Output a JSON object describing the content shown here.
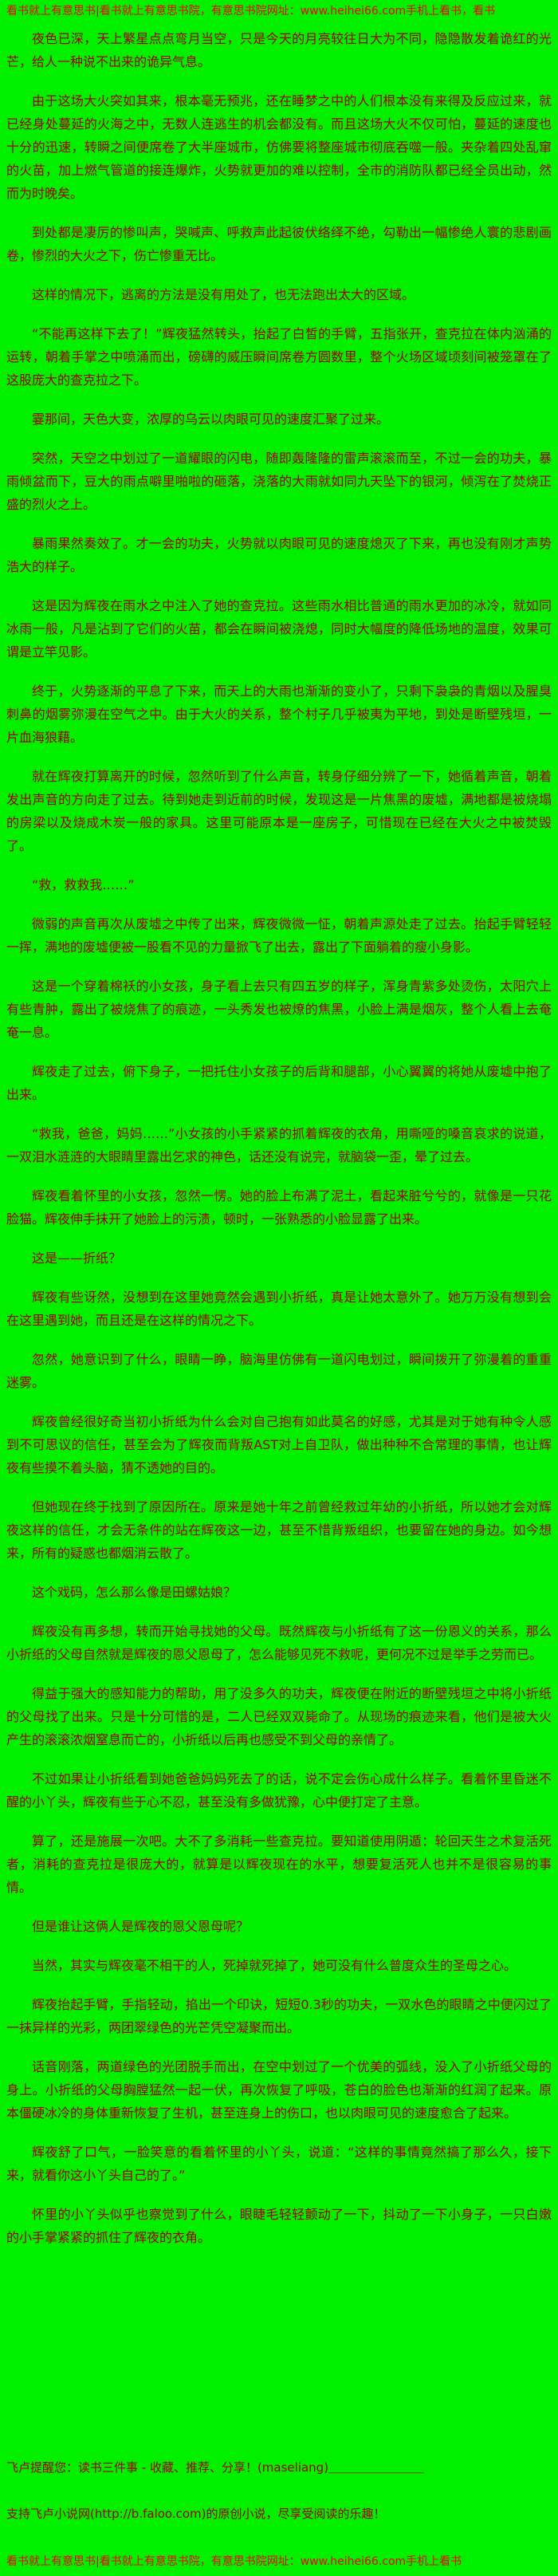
{
  "page": {
    "background_color": "#00f000",
    "body_text_color": "#a00000",
    "banner_text_color": "#f40000"
  },
  "header": {
    "text": "看书就上有意思书|看书就上有意思书院，有意思书院网址：www.heihei66.com手机上看书，看书"
  },
  "content": {
    "paragraphs": [
      "夜色已深，天上繁星点点弯月当空，只是今天的月亮较往日大为不同，隐隐散发着诡红的光芒，给人一种说不出来的诡异气息。",
      "由于这场大火突如其来，根本毫无预兆，还在睡梦之中的人们根本没有来得及反应过来，就已经身处蔓延的火海之中，无数人连逃生的机会都没有。而且这场大火不仅可怕，蔓延的速度也十分的迅速，转瞬之间便席卷了大半座城市，仿佛要将整座城市彻底吞噬一般。夹杂着四处乱窜的火苗，加上燃气管道的接连爆炸，火势就更加的难以控制，全市的消防队都已经全员出动，然而为时晚矣。",
      "到处都是凄厉的惨叫声，哭喊声、呼救声此起彼伏络绎不绝，勾勒出一幅惨绝人寰的悲剧画卷，惨烈的大火之下，伤亡惨重无比。",
      "这样的情况下，逃离的方法是没有用处了，也无法跑出太大的区域。",
      "“不能再这样下去了！”辉夜猛然转头，抬起了白皙的手臂，五指张开，查克拉在体内汹涌的运转，朝着手掌之中喷涌而出，磅礴的威压瞬间席卷方圆数里，整个火场区域顷刻间被笼罩在了这股庞大的查克拉之下。",
      "霎那间，天色大变，浓厚的乌云以肉眼可见的速度汇聚了过来。",
      "突然，天空之中划过了一道耀眼的闪电，随即轰隆隆的雷声滚滚而至，不过一会的功夫，暴雨倾盆而下，豆大的雨点噼里啪啦的砸落，浇落的大雨就如同九天坠下的银河，倾泻在了焚烧正盛的烈火之上。",
      "暴雨果然奏效了。才一会的功夫，火势就以肉眼可见的速度熄灭了下来，再也没有刚才声势浩大的样子。",
      "这是因为辉夜在雨水之中注入了她的查克拉。这些雨水相比普通的雨水更加的冰冷，就如同冰雨一般，凡是沾到了它们的火苗，都会在瞬间被浇熄，同时大幅度的降低场地的温度，效果可谓是立竿见影。",
      "终于，火势逐渐的平息了下来，而天上的大雨也渐渐的变小了，只剩下袅袅的青烟以及腥臭刺鼻的烟雾弥漫在空气之中。由于大火的关系，整个村子几乎被夷为平地，到处是断壁残垣，一片血海狼藉。",
      "就在辉夜打算离开的时候，忽然听到了什么声音，转身仔细分辨了一下，她循着声音，朝着发出声音的方向走了过去。待到她走到近前的时候，发现这是一片焦黑的废墟，满地都是被烧塌的房梁以及烧成木炭一般的家具。这里可能原本是一座房子，可惜现在已经在大火之中被焚毁了。",
      "“救，救救我……”",
      "微弱的声音再次从废墟之中传了出来，辉夜微微一怔，朝着声源处走了过去。抬起手臂轻轻一挥，满地的废墟便被一股看不见的力量掀飞了出去，露出了下面躺着的瘦小身影。",
      "这是一个穿着棉袄的小女孩，身子看上去只有四五岁的样子，浑身青紫多处烫伤，太阳穴上有些青肿，露出了被烧焦了的痕迹，一头秀发也被燎的焦黑，小脸上满是烟灰，整个人看上去奄奄一息。",
      "辉夜走了过去，俯下身子，一把托住小女孩子的后背和腿部，小心翼翼的将她从废墟中抱了出来。",
      "“救我，爸爸，妈妈……”小女孩的小手紧紧的抓着辉夜的衣角，用嘶哑的嗓音哀求的说道，一双泪水涟涟的大眼睛里露出乞求的神色，话还没有说完，就脑袋一歪，晕了过去。",
      "辉夜看着怀里的小女孩，忽然一愣。她的脸上布满了泥土，看起来脏兮兮的，就像是一只花脸猫。辉夜伸手抹开了她脸上的污渍，顿时，一张熟悉的小脸显露了出来。",
      "这是——折纸？",
      "辉夜有些讶然，没想到在这里她竟然会遇到小折纸，真是让她太意外了。她万万没有想到会在这里遇到她，而且还是在这样的情况之下。",
      "忽然，她意识到了什么，眼睛一睁，脑海里仿佛有一道闪电划过，瞬间拨开了弥漫着的重重迷雾。",
      "辉夜曾经很好奇当初小折纸为什么会对自己抱有如此莫名的好感，尤其是对于她有种令人感到不可思议的信任，甚至会为了辉夜而背叛AST对上自卫队，做出种种不合常理的事情，也让辉夜有些摸不着头脑，猜不透她的目的。",
      "但她现在终于找到了原因所在。原来是她十年之前曾经救过年幼的小折纸，所以她才会对辉夜这样的信任，才会无条件的站在辉夜这一边，甚至不惜背叛组织，也要留在她的身边。如今想来，所有的疑惑也都烟消云散了。",
      "这个戏码，怎么那么像是田螺姑娘？",
      "辉夜没有再多想，转而开始寻找她的父母。既然辉夜与小折纸有了这一份恩义的关系，那么小折纸的父母自然就是辉夜的恩父恩母了，怎么能够见死不救呢，更何况不过是举手之劳而已。",
      "得益于强大的感知能力的帮助，用了没多久的功夫，辉夜便在附近的断壁残垣之中将小折纸的父母找了出来。只是十分可惜的是，二人已经双双毙命了。从现场的痕迹来看，他们是被大火产生的滚滚浓烟窒息而亡的，小折纸以后再也感受不到父母的亲情了。",
      "不过如果让小折纸看到她爸爸妈妈死去了的话，说不定会伤心成什么样子。看着怀里昏迷不醒的小丫头，辉夜有些于心不忍，甚至没有多做犹豫，心中便打定了主意。",
      "算了，还是施展一次吧。大不了多消耗一些查克拉。要知道使用阴遁：轮回天生之术复活死者，消耗的查克拉是很庞大的，就算是以辉夜现在的水平，想要复活死人也并不是很容易的事情。",
      "但是谁让这俩人是辉夜的恩父恩母呢？",
      "当然，其实与辉夜毫不相干的人，死掉就死掉了，她可没有什么普度众生的圣母之心。",
      "辉夜抬起手臂，手指轻动，掐出一个印诀，短短0.3秒的功夫，一双水色的眼睛之中便闪过了一抹异样的光彩，两团翠绿色的光芒凭空凝聚而出。",
      "话音刚落，两道绿色的光团脱手而出，在空中划过了一个优美的弧线，没入了小折纸父母的身上。小折纸的父母胸膛猛然一起一伏，再次恢复了呼吸，苍白的脸色也渐渐的红润了起来。原本僵硬冰冷的身体重新恢复了生机，甚至连身上的伤口，也以肉眼可见的速度愈合了起来。",
      "辉夜舒了口气，一脸笑意的看着怀里的小丫头，说道：“这样的事情竟然搞了那么久，接下来，就看你这小丫头自己的了。”",
      "怀里的小丫头似乎也察觉到了什么，眼睫毛轻轻颤动了一下，抖动了一下小身子，一只白嫩的小手掌紧紧的抓住了辉夜的衣角。"
    ]
  },
  "footer": {
    "reminder": "飞卢提醒您：读书三件事 - 收藏、推荐、分享！(maseliang)＿＿＿＿＿＿＿＿",
    "support": "支持飞卢小说网(http://b.faloo.com)的原创小说，尽享受阅读的乐趣！",
    "site_line": "看书就上有意思书|看书就上有意思书院，有意思书院网址：www.heihei66.com手机上看书"
  }
}
